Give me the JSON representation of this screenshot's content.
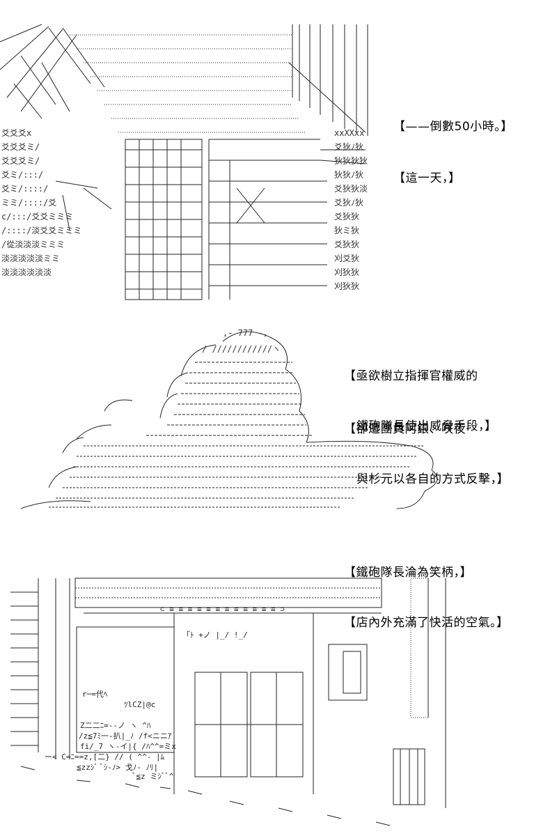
{
  "captions": {
    "c1": "【——倒數50小時。】",
    "c2": "【這一天，】",
    "c3": [
      "【亟欲樹立指揮官權威的",
      "鐵砲隊長使出威脅手段，】"
    ],
    "c4": [
      "【卻遭團員阿銀、咲夜",
      "與杉元以各自的方式反擊，】"
    ],
    "c5": [
      "【鐵砲隊長淪為笑柄，】",
      "【店內外充滿了快活的空氣。】"
    ]
  },
  "art": {
    "hatch_rows": [
      "爻爻爻x",
      "爻爻爻ミ/",
      "爻爻爻ミ/",
      "爻ミ/:::/",
      "爻ミ/::::/",
      "ミミ/::::/爻",
      "c/:::/爻爻ミミミ",
      "/::::/淡爻爻ミミミ",
      "/從淡淡淡ミミミ",
      "淡淡淡淡淡ミミ",
      "淡淡淡淡淡淡"
    ],
    "right_hatch_rows": [
      "xxXXxx",
      "爻狄ﾉ狄",
      "狄狄狄狄",
      "狄狄ﾉ狄",
      "爻狄狄淡",
      "爻狄ﾉ狄",
      "爻狄狄",
      "狄ミ狄",
      "爻狄狄",
      "刈爻狄",
      "刈狄狄",
      "刈狄狄"
    ],
    "shop_sign": "⊂ ≡ ≡ ≡ ≡ ≡ ≡ ≡ ≡ ≡ ≡ ≡ ≡ ⊃",
    "shop_kanji": "「ﾄ +ノ  |_/  !_/",
    "shop_text_1": "r─=代ﾍ",
    "shop_text_2": "ﾂlCZ|@c",
    "shop_text_3": "Z二二ﾆ=--ノ ヽ ^ﾊ",
    "shop_text_4": "/z≦7ﾐ一-扒|_ﾉ /f<ニニｱ",
    "shop_text_5": "fi/_7 ヽ-イ|{ /ﾊ^^=ミx",
    "shop_text_6": "ー< C=ﾆ==z,[二} // ( ^^- |ﾑ",
    "shop_text_7": "≦zzｼﾞ ﾞｼ-ﾉ> 戈ﾉ- ﾉﾘ|",
    "shop_text_8": "ﾞ≦z ミｼﾞﾞ^",
    "cloud_top": ",- 777 -,",
    "cloud_line": "/ ////////////ヽ"
  }
}
